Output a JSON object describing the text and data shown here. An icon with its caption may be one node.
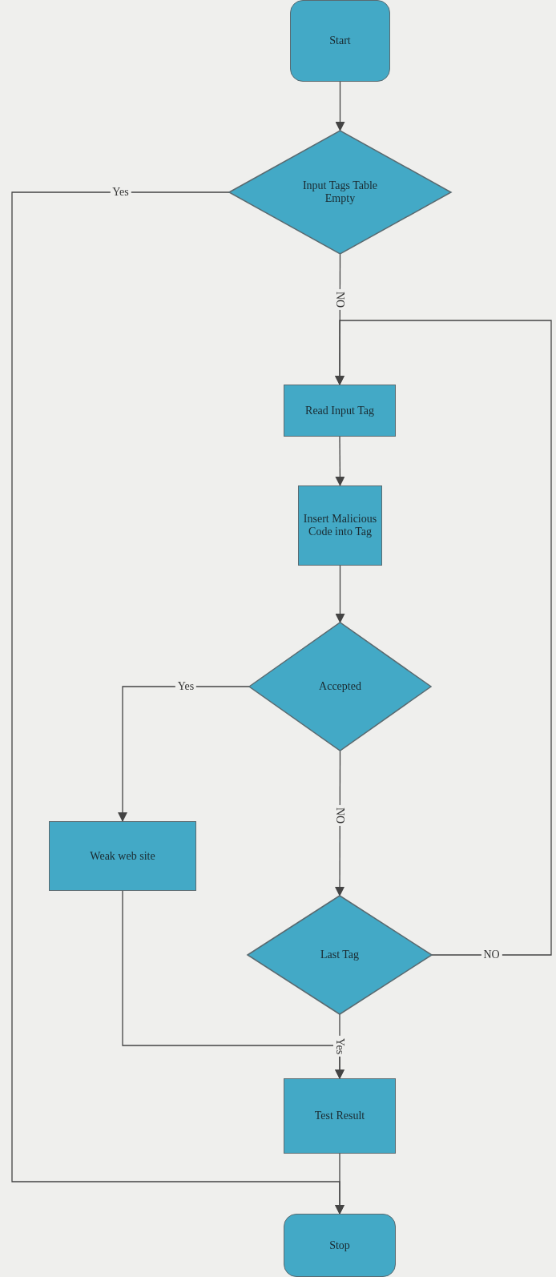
{
  "diagram": {
    "nodes": [
      {
        "text": [
          "Start"
        ]
      },
      {
        "text": [
          "Input Tags Table Empty"
        ]
      },
      {
        "text": [
          "Read Input Tag"
        ]
      },
      {
        "text": [
          "Insert Malicious Code into Tag"
        ]
      },
      {
        "text": [
          "Accepted"
        ]
      },
      {
        "text": [
          "Weak web site"
        ]
      },
      {
        "text": [
          "Last Tag"
        ]
      },
      {
        "text": [
          "Test Result"
        ]
      },
      {
        "text": [
          "Stop"
        ]
      }
    ],
    "edges": [
      {
        "from": 0,
        "to": 1,
        "arrow": "to"
      },
      {
        "from": 1,
        "to": 8,
        "arrow": "to",
        "label": "Yes"
      },
      {
        "from": 1,
        "to": 2,
        "arrow": "to",
        "label": "NO"
      },
      {
        "from": 2,
        "to": 3,
        "arrow": "to"
      },
      {
        "from": 3,
        "to": 4,
        "arrow": "to"
      },
      {
        "from": 4,
        "to": 5,
        "arrow": "to",
        "label": "Yes"
      },
      {
        "from": 4,
        "to": 6,
        "arrow": "to",
        "label": "NO"
      },
      {
        "from": 6,
        "to": 2,
        "arrow": "to",
        "label": "NO"
      },
      {
        "from": 6,
        "to": 7,
        "arrow": "to",
        "label": "Yes"
      },
      {
        "from": 5,
        "to": 7,
        "arrow": "to"
      },
      {
        "from": 7,
        "to": 8,
        "arrow": "to"
      }
    ]
  }
}
